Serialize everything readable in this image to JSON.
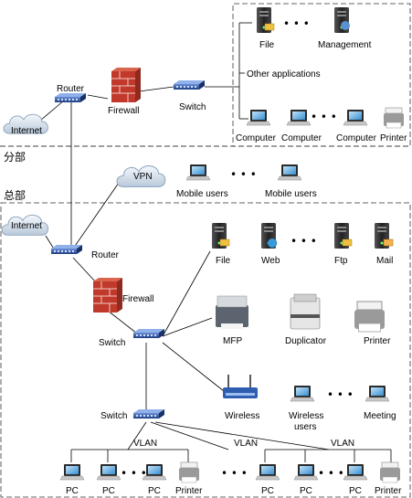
{
  "branch": {
    "title": "分部",
    "internet": "Internet",
    "router": "Router",
    "firewall": "Firewall",
    "switch": "Switch",
    "file": "File",
    "management": "Management",
    "other_apps": "Other applications",
    "computer_1": "Computer",
    "computer_2": "Computer",
    "computer_3": "Computer",
    "printer": "Printer"
  },
  "remote": {
    "vpn": "VPN",
    "mobile_1": "Mobile users",
    "mobile_2": "Mobile users"
  },
  "hq": {
    "title": "总部",
    "internet": "Internet",
    "router": "Router",
    "firewall": "Firewall",
    "switch_core": "Switch",
    "switch_access": "Switch",
    "file": "File",
    "web": "Web",
    "ftp": "Ftp",
    "mail": "Mail",
    "mfp": "MFP",
    "duplicator": "Duplicator",
    "printer": "Printer",
    "wireless": "Wireless",
    "wireless_users": "Wireless users",
    "meeting": "Meeting",
    "vlan_1": "VLAN",
    "vlan_2": "VLAN",
    "vlan_3": "VLAN",
    "pc": "PC",
    "printer_bottom": "Printer"
  },
  "ellipsis": "• • •",
  "colors": {
    "switch_blue": "#2b4f9e",
    "firewall_red": "#c0392b",
    "server_dark": "#3a3a3a",
    "screen_blue": "#4aa3df",
    "cloud": "#dde7f2"
  }
}
